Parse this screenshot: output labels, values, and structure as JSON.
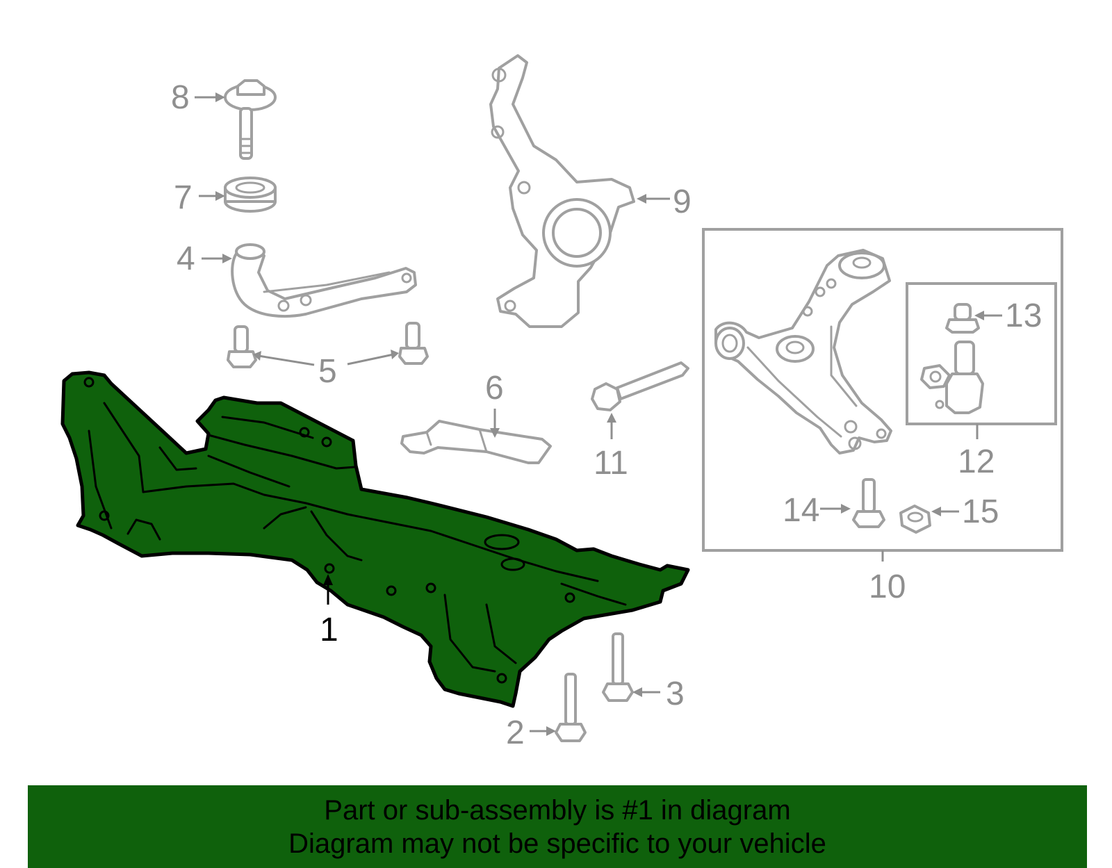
{
  "diagram": {
    "highlighted_part": "1",
    "highlight_color": "#0f610c",
    "callouts": [
      {
        "id": "1",
        "label": "1"
      },
      {
        "id": "2",
        "label": "2"
      },
      {
        "id": "3",
        "label": "3"
      },
      {
        "id": "4",
        "label": "4"
      },
      {
        "id": "5",
        "label": "5"
      },
      {
        "id": "6",
        "label": "6"
      },
      {
        "id": "7",
        "label": "7"
      },
      {
        "id": "8",
        "label": "8"
      },
      {
        "id": "9",
        "label": "9"
      },
      {
        "id": "10",
        "label": "10"
      },
      {
        "id": "11",
        "label": "11"
      },
      {
        "id": "12",
        "label": "12"
      },
      {
        "id": "13",
        "label": "13"
      },
      {
        "id": "14",
        "label": "14"
      },
      {
        "id": "15",
        "label": "15"
      }
    ]
  },
  "banner": {
    "line1": "Part or sub-assembly is #1 in diagram",
    "line2": "Diagram may not be specific to your vehicle",
    "background": "#0f610c"
  }
}
